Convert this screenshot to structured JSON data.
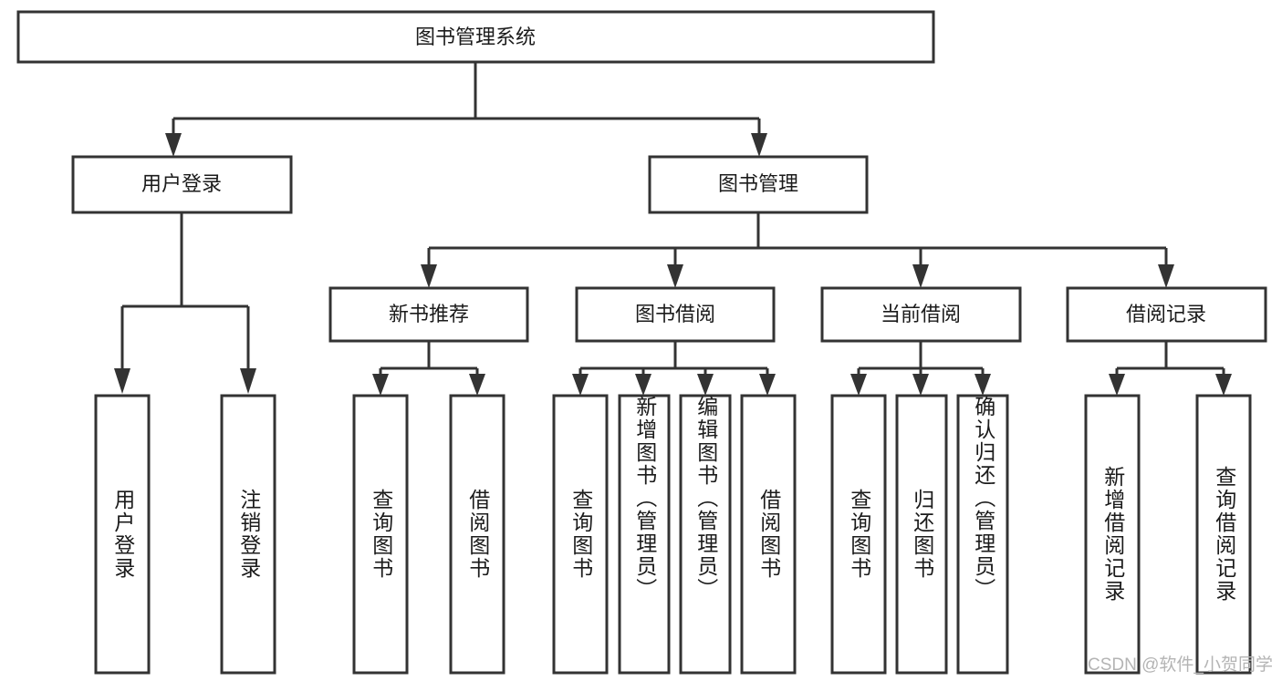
{
  "diagram": {
    "title": "图书管理系统",
    "type": "tree-hierarchy-diagram",
    "watermark": "CSDN @软件_小贺同学",
    "colors": {
      "stroke": "#333333",
      "fill": "#ffffff",
      "text": "#1b1b1b",
      "watermark": "#b4b4b4"
    },
    "root": {
      "label": "图书管理系统"
    },
    "level2": [
      {
        "label": "用户登录"
      },
      {
        "label": "图书管理"
      }
    ],
    "level3": [
      {
        "label": "新书推荐"
      },
      {
        "label": "图书借阅"
      },
      {
        "label": "当前借阅"
      },
      {
        "label": "借阅记录"
      }
    ],
    "leaves": {
      "user_login": [
        {
          "label": "用户登录"
        },
        {
          "label": "注销登录"
        }
      ],
      "new_book_recommend": [
        {
          "label": "查询图书"
        },
        {
          "label": "借阅图书"
        }
      ],
      "book_borrow": [
        {
          "label": "查询图书"
        },
        {
          "label": "新增图书（管理员）"
        },
        {
          "label": "编辑图书（管理员）"
        },
        {
          "label": "借阅图书"
        }
      ],
      "current_borrow": [
        {
          "label": "查询图书"
        },
        {
          "label": "归还图书"
        },
        {
          "label": "确认归还（管理员）"
        }
      ],
      "borrow_records": [
        {
          "label": "新增借阅记录"
        },
        {
          "label": "查询借阅记录"
        }
      ]
    }
  }
}
